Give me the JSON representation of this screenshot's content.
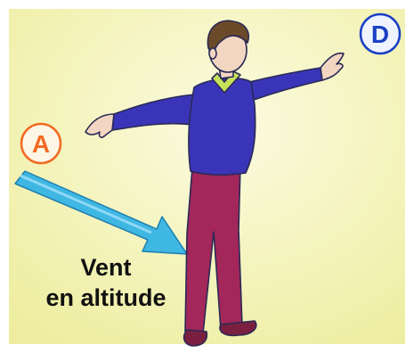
{
  "badges": {
    "left": {
      "label": "A",
      "color": "#f26a22"
    },
    "right": {
      "label": "D",
      "color": "#1b3fc4"
    }
  },
  "caption": {
    "line1": "Vent",
    "line2": "en altitude"
  },
  "colors": {
    "background": "#f4f3bf",
    "arrow": "#3fb7e3",
    "sweater": "#3a35b8",
    "trousers": "#a3275a",
    "skin": "#f3d6c2",
    "hair": "#6b4a2a",
    "collar": "#c7e15a"
  }
}
